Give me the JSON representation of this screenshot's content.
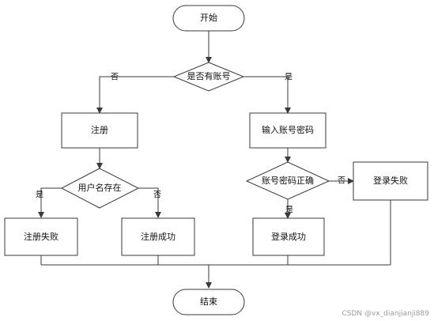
{
  "nodes": {
    "start": "开始",
    "has_account": "是否有账号",
    "register": "注册",
    "input_credentials": "输入账号密码",
    "username_exists": "用户名存在",
    "credentials_correct": "账号密码正确",
    "login_fail": "登录失败",
    "register_fail": "注册失败",
    "register_success": "注册成功",
    "login_success": "登录成功",
    "end": "结束"
  },
  "edge_labels": {
    "has_account_no": "否",
    "has_account_yes": "是",
    "username_exists_yes": "是",
    "username_exists_no": "否",
    "credentials_correct_no": "否",
    "credentials_correct_yes": "是"
  },
  "watermark": "CSDN @vx_dianjianji889",
  "colors": {
    "line": "#3a3a3a",
    "fill": "#ffffff",
    "text": "#111111"
  }
}
